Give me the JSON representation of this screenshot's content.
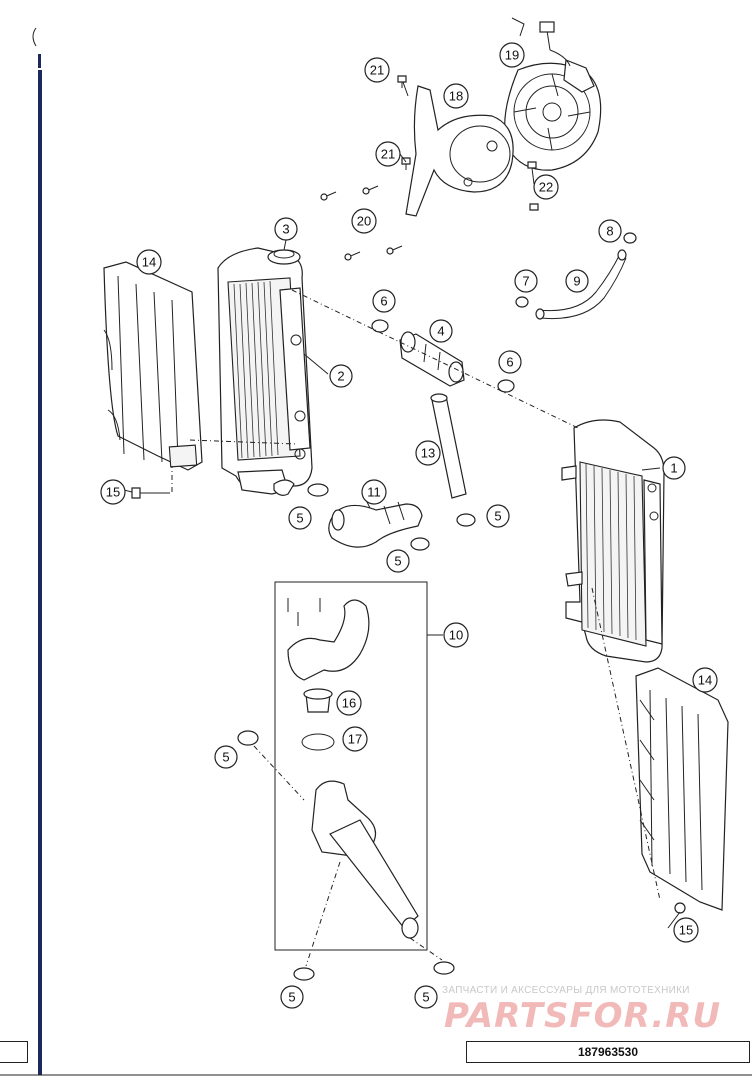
{
  "callouts": {
    "c1": "1",
    "c2": "2",
    "c3": "3",
    "c4": "4",
    "c5": "5",
    "c6": "6",
    "c7": "7",
    "c8": "8",
    "c9": "9",
    "c10": "10",
    "c11": "11",
    "c13": "13",
    "c14": "14",
    "c15": "15",
    "c16": "16",
    "c17": "17",
    "c18": "18",
    "c19": "19",
    "c20": "20",
    "c21": "21",
    "c22": "22"
  },
  "footer": {
    "drawing_number": "187963530"
  },
  "watermark": {
    "subtitle": "ЗАПЧАСТИ И АКСЕССУАРЫ ДЛЯ МОТОТЕХНИКИ",
    "brand": "PARTSFOR.RU"
  }
}
